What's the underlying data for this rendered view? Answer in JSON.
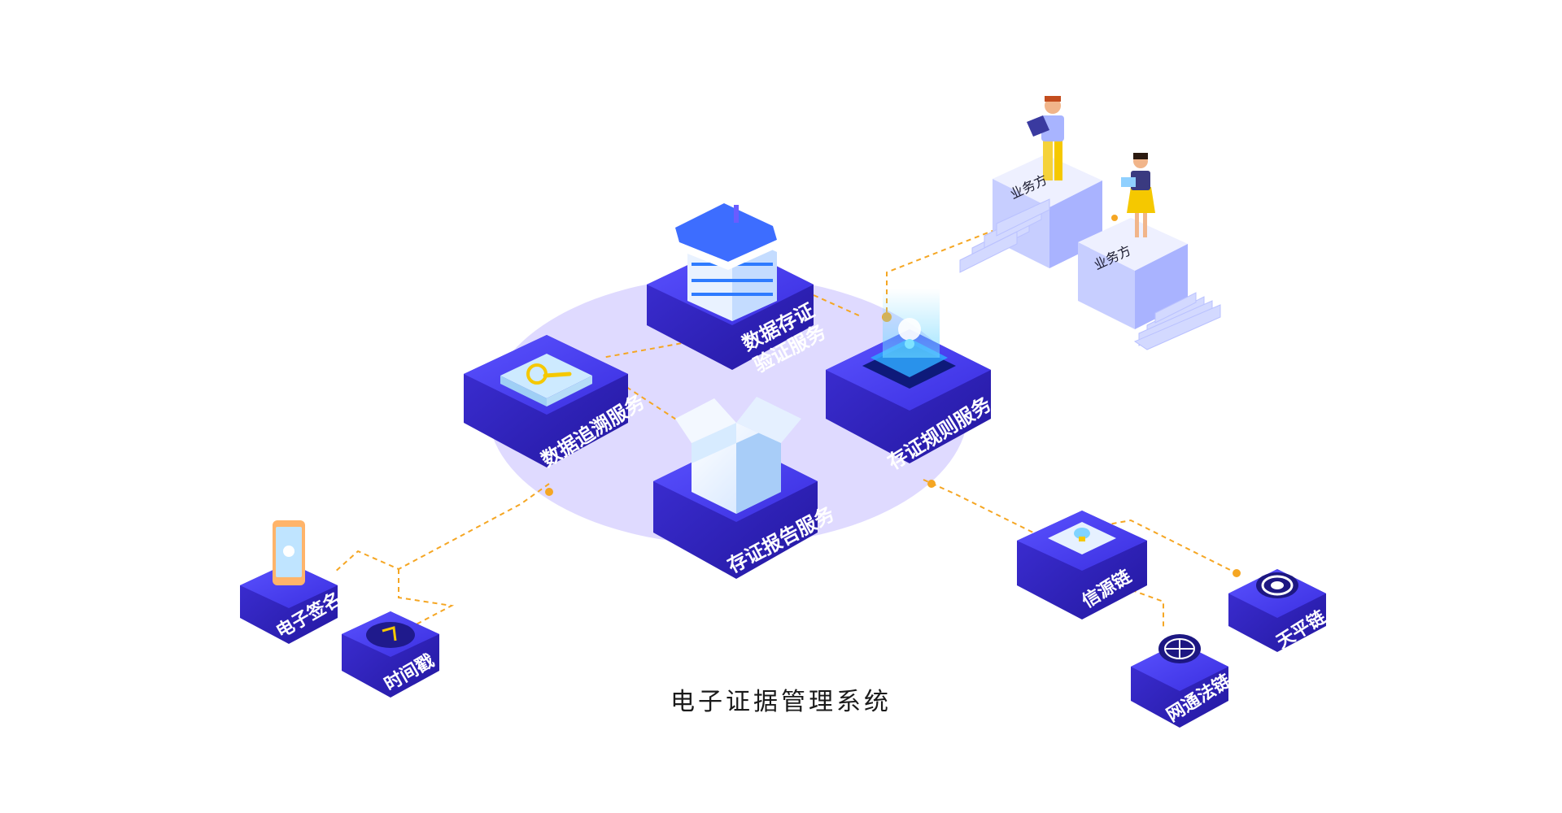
{
  "title": "电子证据管理系统",
  "services": {
    "data_storage_verify": [
      "数据存证",
      "验证服务"
    ],
    "data_trace": "数据追溯服务",
    "rule_service": "存证规则服务",
    "report_service": "存证报告服务"
  },
  "tools": {
    "e_signature": "电子签名",
    "timestamp": "时间戳"
  },
  "chains": {
    "xinyuan": "信源链",
    "tianping": "天平链",
    "wangtong": "网通法链"
  },
  "parties": [
    "业务方",
    "业务方"
  ],
  "colors": {
    "block_top": "#4338e8",
    "block_side": "#2a1fa8",
    "platform": "#d8d2ff",
    "connector": "#f5a623",
    "party_box": "#dfe4ff"
  }
}
